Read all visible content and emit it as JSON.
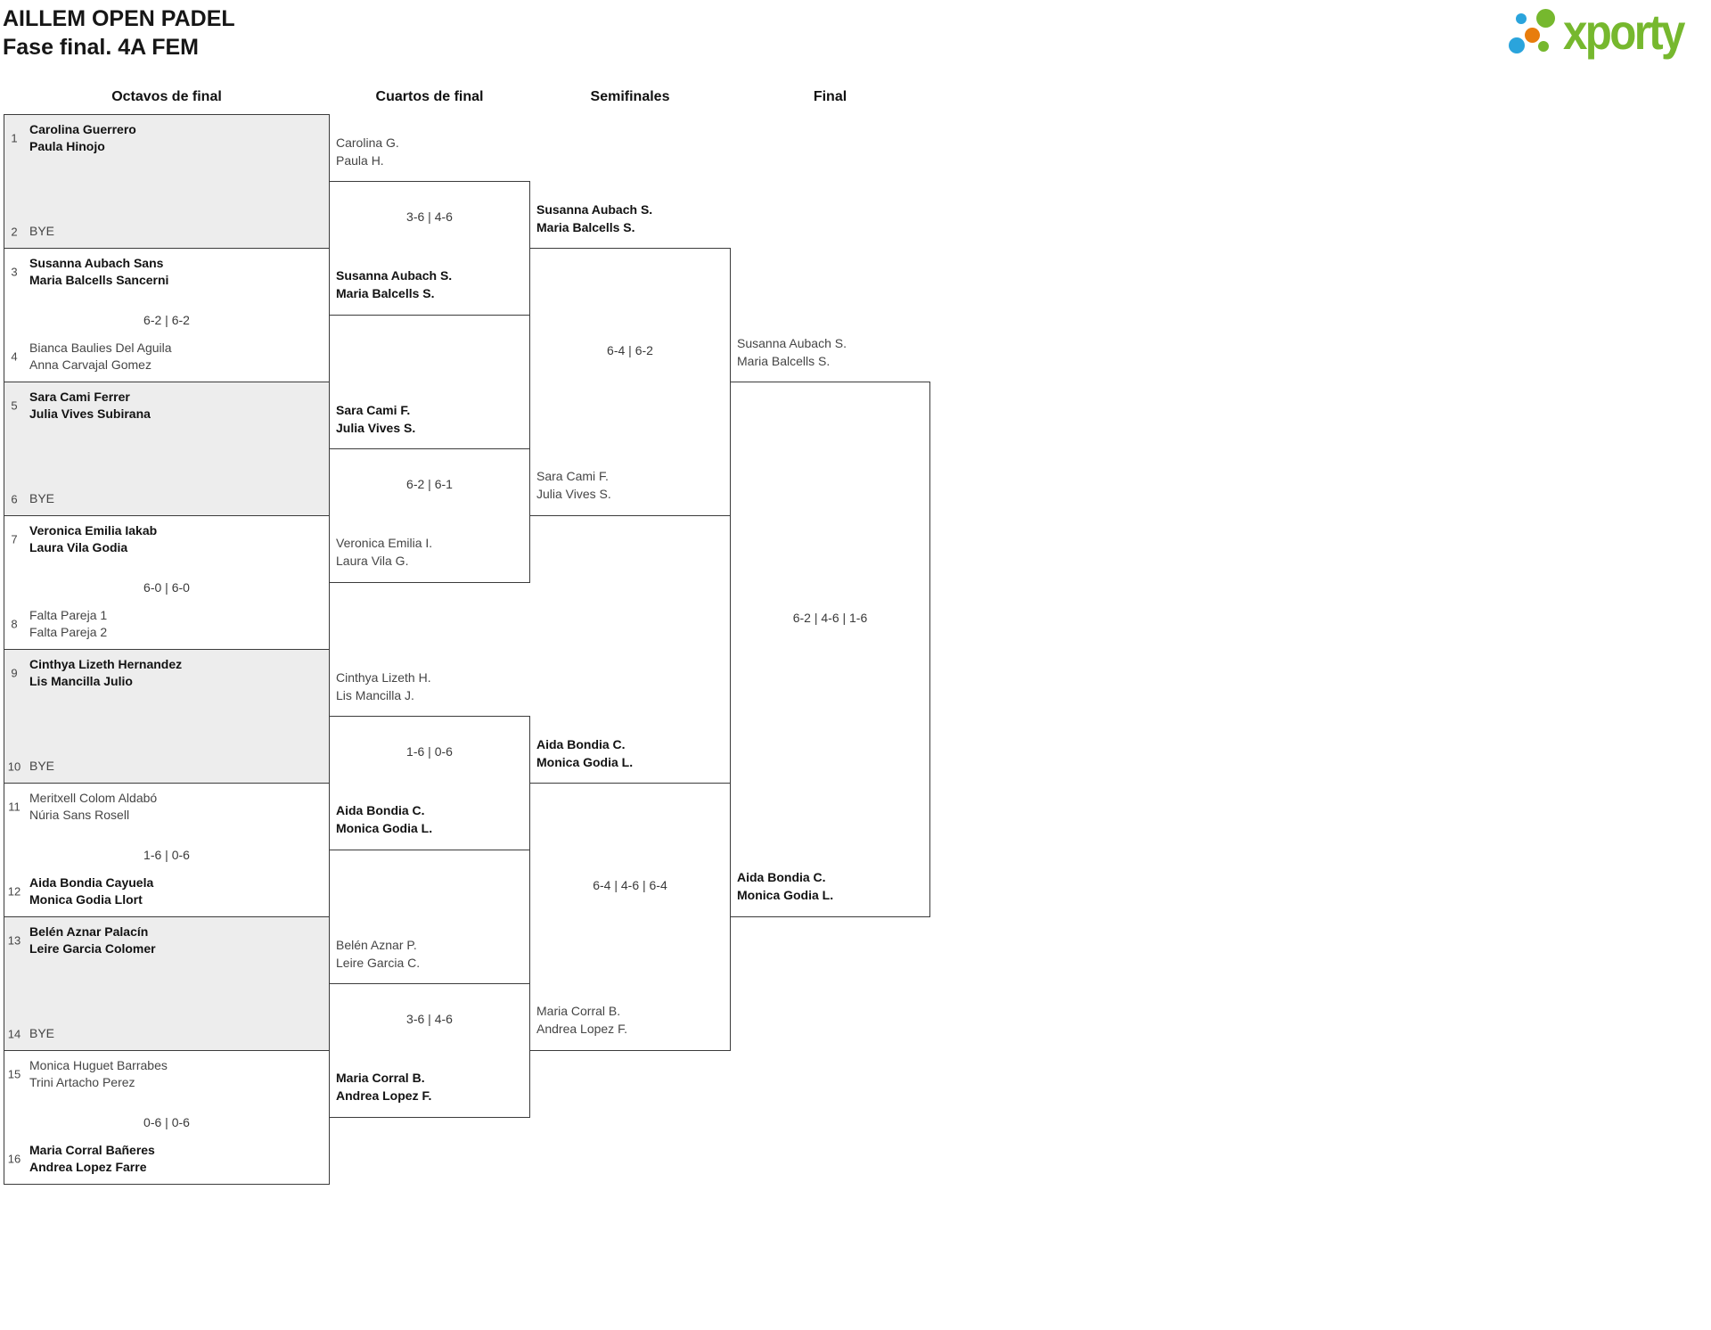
{
  "title": {
    "line1": "AILLEM OPEN PADEL",
    "line2": "Fase final. 4A FEM"
  },
  "logo": {
    "text": "xporty",
    "green": "#76b82e",
    "blue": "#2aa4dc",
    "orange": "#e87d0d"
  },
  "colors": {
    "border": "#3b3b3b",
    "bye_fill": "#ededed",
    "winner_text": "#121212",
    "regular_text": "#454545"
  },
  "rounds": [
    {
      "label": "Octavos de final"
    },
    {
      "label": "Cuartos de final"
    },
    {
      "label": "Semifinales"
    },
    {
      "label": "Final"
    }
  ],
  "r16": [
    {
      "bye": true,
      "t1": {
        "seed": "1",
        "l1": "Carolina Guerrero",
        "l2": "Paula Hinojo",
        "winner": true
      },
      "score": "",
      "t2": {
        "seed": "2",
        "l1": "BYE",
        "winner": false
      }
    },
    {
      "bye": false,
      "t1": {
        "seed": "3",
        "l1": "Susanna Aubach Sans",
        "l2": "Maria Balcells Sancerni",
        "winner": true
      },
      "score": "6-2 | 6-2",
      "t2": {
        "seed": "4",
        "l1": "Bianca Baulies Del Aguila",
        "l2": "Anna Carvajal Gomez",
        "winner": false
      }
    },
    {
      "bye": true,
      "t1": {
        "seed": "5",
        "l1": "Sara Cami Ferrer",
        "l2": "Julia Vives Subirana",
        "winner": true
      },
      "score": "",
      "t2": {
        "seed": "6",
        "l1": "BYE",
        "winner": false
      }
    },
    {
      "bye": false,
      "t1": {
        "seed": "7",
        "l1": "Veronica Emilia Iakab",
        "l2": "Laura Vila Godia",
        "winner": true
      },
      "score": "6-0 | 6-0",
      "t2": {
        "seed": "8",
        "l1": "Falta Pareja 1",
        "l2": "Falta Pareja 2",
        "winner": false
      }
    },
    {
      "bye": true,
      "t1": {
        "seed": "9",
        "l1": "Cinthya Lizeth Hernandez",
        "l2": "Lis Mancilla Julio",
        "winner": true
      },
      "score": "",
      "t2": {
        "seed": "10",
        "l1": "BYE",
        "winner": false
      }
    },
    {
      "bye": false,
      "t1": {
        "seed": "11",
        "l1": "Meritxell Colom Aldabó",
        "l2": "Núria Sans Rosell",
        "winner": false
      },
      "score": "1-6 | 0-6",
      "t2": {
        "seed": "12",
        "l1": "Aida Bondia Cayuela",
        "l2": "Monica Godia Llort",
        "winner": true
      }
    },
    {
      "bye": true,
      "t1": {
        "seed": "13",
        "l1": "Belén Aznar Palacín",
        "l2": "Leire Garcia Colomer",
        "winner": true
      },
      "score": "",
      "t2": {
        "seed": "14",
        "l1": "BYE",
        "winner": false
      }
    },
    {
      "bye": false,
      "t1": {
        "seed": "15",
        "l1": "Monica Huguet Barrabes",
        "l2": "Trini Artacho Perez",
        "winner": false
      },
      "score": "0-6 | 0-6",
      "t2": {
        "seed": "16",
        "l1": "Maria Corral Bañeres",
        "l2": "Andrea Lopez Farre",
        "winner": true
      }
    }
  ],
  "qf": [
    {
      "top": {
        "l1": "Carolina G.",
        "l2": "Paula H.",
        "winner": false
      },
      "score": "3-6 | 4-6",
      "bottom": {
        "l1": "Susanna Aubach S.",
        "l2": "Maria Balcells S.",
        "winner": true
      }
    },
    {
      "top": {
        "l1": "Sara Cami F.",
        "l2": "Julia Vives S.",
        "winner": true
      },
      "score": "6-2 | 6-1",
      "bottom": {
        "l1": "Veronica Emilia I.",
        "l2": "Laura Vila G.",
        "winner": false
      }
    },
    {
      "top": {
        "l1": "Cinthya Lizeth H.",
        "l2": "Lis Mancilla J.",
        "winner": false
      },
      "score": "1-6 | 0-6",
      "bottom": {
        "l1": "Aida Bondia C.",
        "l2": "Monica Godia L.",
        "winner": true
      }
    },
    {
      "top": {
        "l1": "Belén Aznar P.",
        "l2": "Leire Garcia C.",
        "winner": false
      },
      "score": "3-6 | 4-6",
      "bottom": {
        "l1": "Maria Corral B.",
        "l2": "Andrea Lopez F.",
        "winner": true
      }
    }
  ],
  "sf": [
    {
      "top": {
        "l1": "Susanna Aubach S.",
        "l2": "Maria Balcells S.",
        "winner": true
      },
      "score": "6-4 | 6-2",
      "bottom": {
        "l1": "Sara Cami F.",
        "l2": "Julia Vives S.",
        "winner": false
      }
    },
    {
      "top": {
        "l1": "Aida Bondia C.",
        "l2": "Monica Godia L.",
        "winner": true
      },
      "score": "6-4 | 4-6 | 6-4",
      "bottom": {
        "l1": "Maria Corral B.",
        "l2": "Andrea Lopez F.",
        "winner": false
      }
    }
  ],
  "final": {
    "top": {
      "l1": "Susanna Aubach S.",
      "l2": "Maria Balcells S.",
      "winner": false
    },
    "score": "6-2 | 4-6 | 1-6",
    "bottom": {
      "l1": "Aida Bondia C.",
      "l2": "Monica Godia L.",
      "winner": true
    }
  }
}
